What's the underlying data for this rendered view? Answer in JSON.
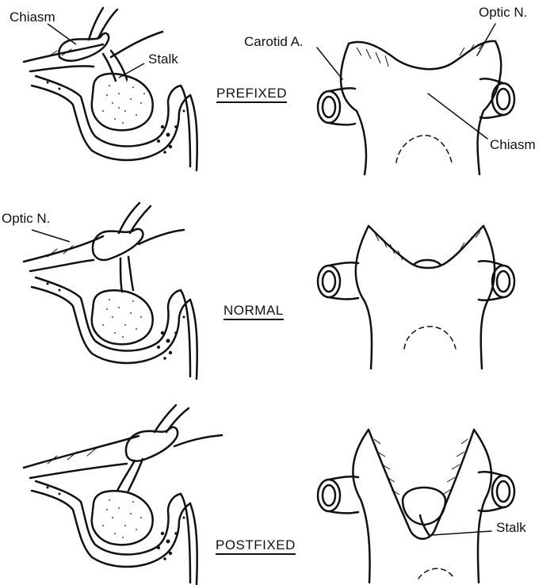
{
  "labels": {
    "chiasm_left": "Chiasm",
    "stalk_left": "Stalk",
    "carotid": "Carotid A.",
    "optic_top": "Optic N.",
    "chiasm_right": "Chiasm",
    "optic_left": "Optic N.",
    "stalk_right": "Stalk"
  },
  "rows": [
    {
      "title": "PREFIXED"
    },
    {
      "title": "NORMAL"
    },
    {
      "title": "POSTFIXED"
    }
  ]
}
